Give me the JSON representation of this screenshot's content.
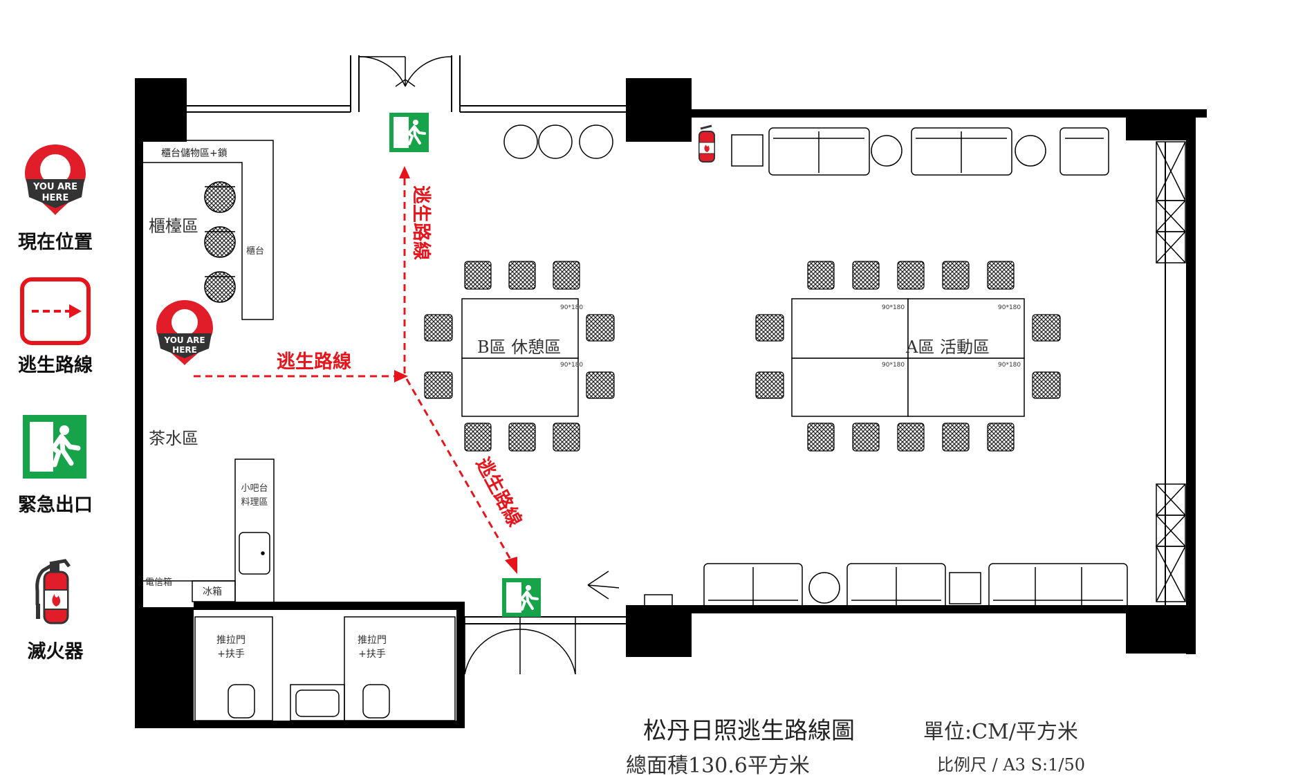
{
  "legend": {
    "you_are_here": {
      "badge_line1": "YOU ARE",
      "badge_line2": "HERE",
      "label": "現在位置"
    },
    "escape_route": {
      "label": "逃生路線"
    },
    "emergency_exit": {
      "label": "緊急出口"
    },
    "extinguisher": {
      "label": "滅火器"
    }
  },
  "plan": {
    "zones": {
      "counter_storage": "櫃台儲物區+鎖",
      "counter_area": "櫃檯區",
      "counter": "櫃台",
      "tea_area": "茶水區",
      "mini_bar_line1": "小吧台",
      "mini_bar_line2": "料理區",
      "weak_box": "電信箱",
      "fridge": "冰箱",
      "zone_b": "B區 休憩區",
      "zone_a": "A區 活動區",
      "restroom_door_line1": "推拉門",
      "restroom_door_line2": "+扶手"
    },
    "table_size": "90*180",
    "escape_route_label": "逃生路線",
    "you_are_here": {
      "badge_line1": "YOU ARE",
      "badge_line2": "HERE"
    }
  },
  "title_block": {
    "title": "松丹日照逃生路線圖",
    "unit": "單位:CM/平方米",
    "area": "總面積130.6平方米",
    "scale": "比例尺 / A3 S:1/50"
  },
  "colors": {
    "route": "#e8141b",
    "exit_green": "#16a34a",
    "pin_red": "#e11d2a",
    "pin_dark": "#333333",
    "wall": "#000000"
  }
}
